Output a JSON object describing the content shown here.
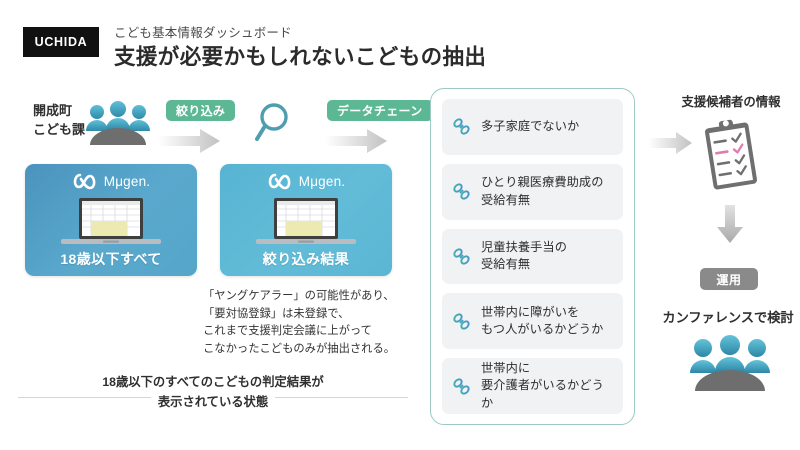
{
  "header": {
    "logo_text": "UCHIDA",
    "subtitle": "こども基本情報ダッシュボード",
    "title": "支援が必要かもしれないこどもの抽出"
  },
  "colors": {
    "badge_green": "#5cb894",
    "badge_gray": "#8a8a8a",
    "card_blue": "#4a93bd",
    "card_teal": "#57b4d2",
    "panel_border": "#9ec9c4",
    "chain_icon_teal": "#3fa8a0",
    "chain_icon_blue": "#4a8fd6",
    "chip_bg": "#f1f2f3",
    "logo_black": "#111111"
  },
  "left": {
    "dept_line1": "開成町",
    "dept_line2": "こども課",
    "people_icon": "people-group-icon"
  },
  "flow": {
    "badge_filter": "絞り込み",
    "badge_chain": "データチェーン",
    "magnifier_icon": "search-magnifier-icon",
    "arrow_icon": "arrow-right-icon"
  },
  "cards": [
    {
      "id": "all",
      "logo_mark": "mugen-infinity-icon",
      "logo_word": "Mμgen.",
      "screen_icon": "laptop-spreadsheet-icon",
      "caption": "18歳以下すべて"
    },
    {
      "id": "filtered",
      "logo_mark": "mugen-infinity-icon",
      "logo_word": "Mμgen.",
      "screen_icon": "laptop-spreadsheet-icon",
      "caption": "絞り込み結果"
    }
  ],
  "note": {
    "line1": "「ヤングケアラー」の可能性があり、",
    "line2": "「要対協登録」は未登録で、",
    "line3": "これまで支援判定会議に上がって",
    "line4": "こなかったこどものみが抽出される。"
  },
  "banner": {
    "line1": "18歳以下のすべてのこどもの判定結果が",
    "line2": "表示されている状態"
  },
  "chain_panel": {
    "items": [
      {
        "icon": "chain-link-icon",
        "line1": "多子家庭でないか",
        "line2": ""
      },
      {
        "icon": "chain-link-icon",
        "line1": "ひとり親医療費助成の",
        "line2": "受給有無"
      },
      {
        "icon": "chain-link-icon",
        "line1": "児童扶養手当の",
        "line2": "受給有無"
      },
      {
        "icon": "chain-link-icon",
        "line1": "世帯内に障がいを",
        "line2": "もつ人がいるかどうか"
      },
      {
        "icon": "chain-link-icon",
        "line1": "世帯内に",
        "line2": "要介護者がいるかどうか"
      }
    ]
  },
  "right": {
    "title": "支援候補者の情報",
    "clipboard_icon": "clipboard-checklist-icon",
    "arrow_down_icon": "arrow-down-icon",
    "badge_operation": "運用",
    "caption": "カンファレンスで検討",
    "people_icon": "people-group-icon"
  }
}
